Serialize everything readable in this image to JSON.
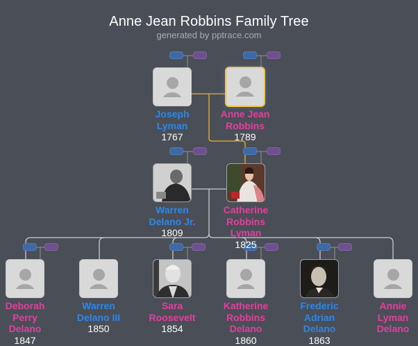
{
  "header": {
    "title": "Anne Jean Robbins Family Tree",
    "subtitle": "generated by pptrace.com"
  },
  "colors": {
    "background": "#4a4f57",
    "male": "#2d87e8",
    "female": "#e23fa0",
    "selected_border": "#f2c443",
    "selected_line": "#e5b53a",
    "line": "#c9ccd1",
    "placeholder_card": "#d9d9d9",
    "parent_pill_father": "#3d6aa6",
    "parent_pill_mother": "#6f4f8f"
  },
  "generation1": [
    {
      "first": "Joseph",
      "last": "Lyman",
      "extra": "",
      "year": "1767",
      "gender": "male",
      "photo": "placeholder-avatar"
    },
    {
      "first": "Anne Jean",
      "last": "Robbins",
      "extra": "",
      "year": "1789",
      "gender": "female",
      "photo": "placeholder-avatar",
      "selected": true
    }
  ],
  "generation2": [
    {
      "first": "Warren",
      "last": "Delano Jr.",
      "extra": "",
      "year": "1809",
      "gender": "male",
      "photo": "portrait-engraving-bearded-man"
    },
    {
      "first": "Catherine",
      "last": "Robbins",
      "extra": "Lyman",
      "year": "1825",
      "gender": "female",
      "photo": "portrait-painting-woman-white-dress"
    }
  ],
  "generation3": [
    {
      "first": "Deborah",
      "last": "Perry",
      "extra": "Delano",
      "year": "1847",
      "gender": "female",
      "photo": "placeholder-avatar"
    },
    {
      "first": "Warren",
      "last": "Delano III",
      "extra": "",
      "year": "1850",
      "gender": "male",
      "photo": "placeholder-avatar"
    },
    {
      "first": "Sara",
      "last": "Roosevelt",
      "extra": "",
      "year": "1854",
      "gender": "female",
      "photo": "photo-elderly-woman-bw"
    },
    {
      "first": "Katherine",
      "last": "Robbins",
      "extra": "Delano",
      "year": "1860",
      "gender": "female",
      "photo": "placeholder-avatar"
    },
    {
      "first": "Frederic",
      "last": "Adrian",
      "extra": "Delano",
      "year": "1863",
      "gender": "male",
      "photo": "photo-man-sepia"
    },
    {
      "first": "Annie",
      "last": "Lyman",
      "extra": "Delano",
      "year": "",
      "gender": "female",
      "photo": "placeholder-avatar"
    }
  ]
}
